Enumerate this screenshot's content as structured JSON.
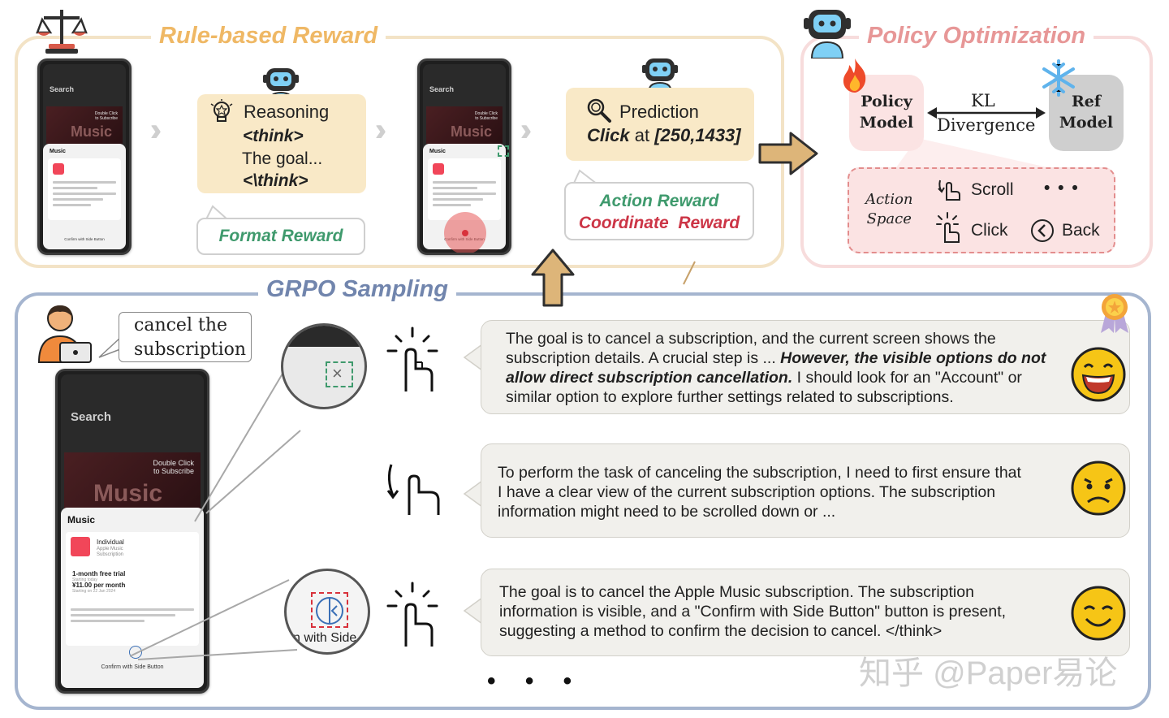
{
  "sections": {
    "rule_reward_title": "Rule-based Reward",
    "policy_title": "Policy Optimization",
    "grpo_title": "GRPO Sampling"
  },
  "phone": {
    "search": "Search",
    "banner_text": "Double Click\nto Subscribe",
    "banner_logo": "Music",
    "sheet_title": "Music",
    "plan_title": "Individual",
    "plan_sub": "Apple Music\nSubscription",
    "trial": "1-month free trial",
    "trial_sub": "Starting today",
    "price": "¥11.00 per month",
    "price_sub": "Starting on 22 Jan 2024",
    "side_button": "Confirm with Side Button"
  },
  "reasoning": {
    "label": "Reasoning",
    "open_tag": "<think>",
    "text": "The goal...",
    "close_tag": "<\\think>"
  },
  "format_reward": "Format Reward",
  "prediction": {
    "label": "Prediction",
    "action_word": "Click",
    "at_word": "at",
    "coords": "[250,1433]"
  },
  "action_reward": "Action Reward",
  "coordinate_reward": "Coordinate  Reward",
  "policy": {
    "policy_model": "Policy\nModel",
    "ref_model": "Ref\nModel",
    "kl": "KL",
    "divergence": "Divergence",
    "action_space": "Action\nSpace",
    "actions": [
      "Scroll",
      "Click",
      "Back"
    ],
    "ellipsis": "• • •"
  },
  "grpo": {
    "instruction_line1": "cancel the",
    "instruction_line2": "subscription",
    "mag_text": "n with Side",
    "response1": {
      "plain1": "The goal is to cancel a subscription, and the current screen shows the",
      "plain2": "subscription details.  A crucial step is ...",
      "bold1": "However, the visible options do not",
      "bold2": "allow direct subscription cancellation.",
      "plain3": "I should look for an \"Account\" or",
      "plain4": "similar option to explore further settings related to subscriptions."
    },
    "response2": [
      "To perform the task of canceling the subscription, I need to first ensure that",
      "I have a clear view of the current subscription options. The subscription",
      "information might need to be scrolled down or ..."
    ],
    "response3": [
      "The goal is to cancel the Apple Music subscription. The subscription",
      "information is visible, and a \"Confirm with Side Button\"  button is present,",
      "suggesting a method to confirm the decision to cancel. </think>"
    ],
    "ellipsis": "• • •"
  },
  "watermark": "知乎 @Paper易论",
  "colors": {
    "rule_accent": "#efb865",
    "policy_accent": "#e79797",
    "grpo_accent": "#7185ad",
    "format_green": "#3f9a6d",
    "coord_red": "#cc3546"
  }
}
